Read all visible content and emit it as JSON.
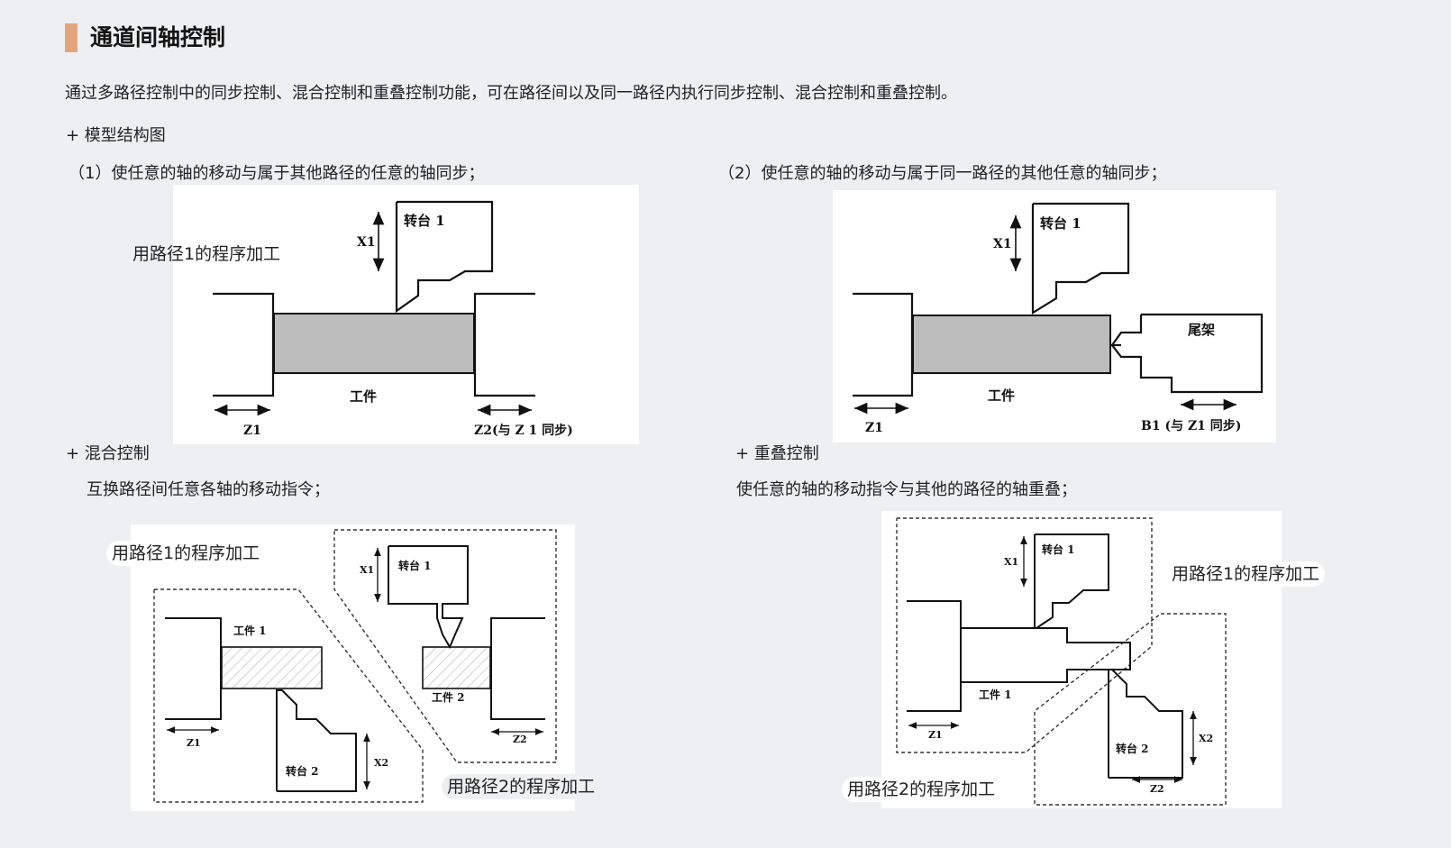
{
  "section": {
    "title": "通道间轴控制",
    "intro": "通过多路径控制中的同步控制、混合控制和重叠控制功能，可在路径间以及同一路径内执行同步控制、混合控制和重叠控制。"
  },
  "model": {
    "heading": "+ 模型结构图",
    "caption1": "（1）使任意的轴的移动与属于其他路径的任意的轴同步；",
    "caption2": "（2）使任意的轴的移动与属于同一路径的其他任意的轴同步；",
    "fig1": {
      "overlay": "用路径1的程序加工",
      "turret": "转台 1",
      "x_axis": "X1",
      "workpiece": "工件",
      "z1": "Z1",
      "z2": "Z2(与 Z 1 同步)"
    },
    "fig2": {
      "turret": "转台 1",
      "x_axis": "X1",
      "tailstock": "尾架",
      "workpiece": "工件",
      "z1": "Z1",
      "b1": "B1 (与 Z1 同步)"
    }
  },
  "mix": {
    "heading": "+ 混合控制",
    "desc": "互换路径间任意各轴的移动指令；",
    "fig": {
      "overlay1": "用路径1的程序加工",
      "overlay2": "用路径2的程序加工",
      "turret1": "转台 1",
      "turret2": "转台 2",
      "work1": "工件 1",
      "work2": "工件 2",
      "x1": "X1",
      "x2": "X2",
      "z1": "Z1",
      "z2": "Z2"
    }
  },
  "overlap": {
    "heading": "+ 重叠控制",
    "desc": "使任意的轴的移动指令与其他的路径的轴重叠；",
    "fig": {
      "overlay1": "用路径1的程序加工",
      "overlay2": "用路径2的程序加工",
      "turret1": "转台 1",
      "turret2": "转台 2",
      "work1": "工件 1",
      "x1": "X1",
      "x2": "X2",
      "z1": "Z1",
      "z2": "Z2"
    }
  }
}
